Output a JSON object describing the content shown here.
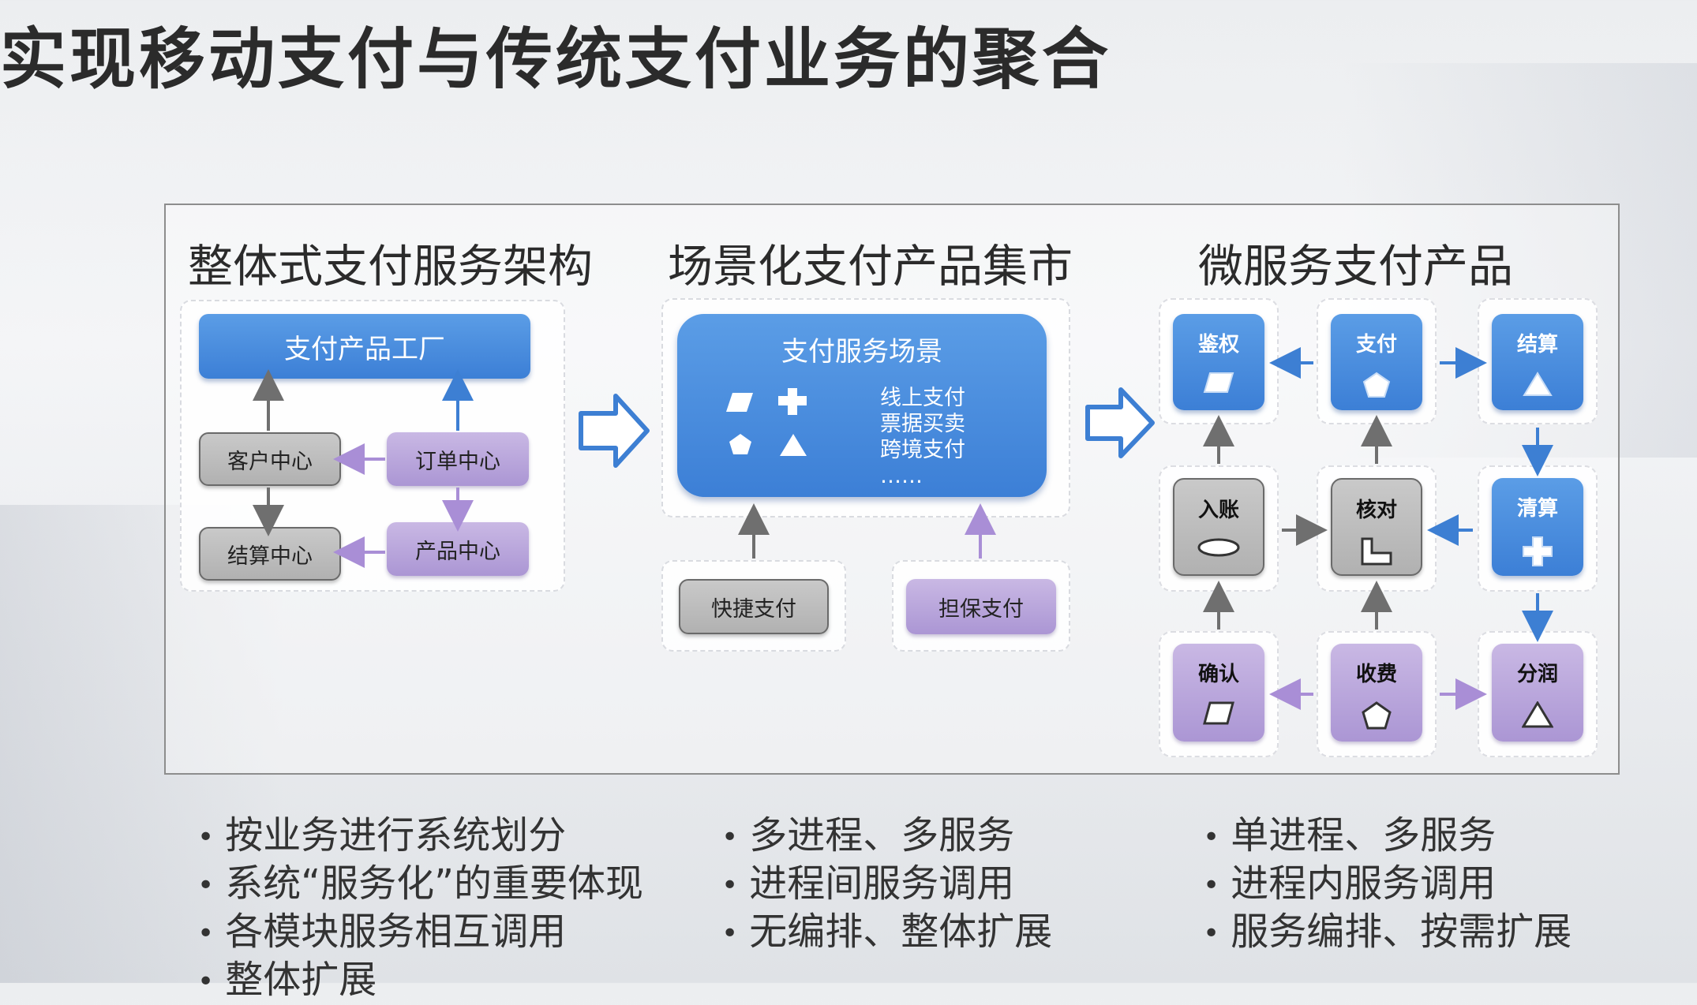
{
  "title": "实现移动支付与传统支付业务的聚合",
  "sections": {
    "monolithic": {
      "title": "整体式支付服务架构",
      "factory": "支付产品工厂",
      "customer": "客户中心",
      "order": "订单中心",
      "settlement": "结算中心",
      "product": "产品中心"
    },
    "scenario": {
      "title": "场景化支付产品集市",
      "box_title": "支付服务场景",
      "items": [
        "线上支付",
        "票据买卖",
        "跨境支付",
        "……"
      ],
      "quick_pay": "快捷支付",
      "guarantee_pay": "担保支付"
    },
    "microservice": {
      "title": "微服务支付产品",
      "tiles": {
        "auth": "鉴权",
        "pay": "支付",
        "settle": "结算",
        "entry": "入账",
        "reconcile": "核对",
        "clear": "清算",
        "confirm": "确认",
        "fee": "收费",
        "split": "分润"
      }
    }
  },
  "bullets": {
    "col1": [
      "按业务进行系统划分",
      "系统“服务化”的重要体现",
      "各模块服务相互调用",
      "整体扩展"
    ],
    "col2": [
      "多进程、多服务",
      "进程间服务调用",
      "无编排、整体扩展"
    ],
    "col3": [
      "单进程、多服务",
      "进程内服务调用",
      "服务编排、按需扩展"
    ]
  },
  "colors": {
    "blue": "#4a8fe0",
    "gray": "#bdbdbd",
    "purple": "#b9a6dc",
    "arrow_blue": "#3d7fd3"
  }
}
